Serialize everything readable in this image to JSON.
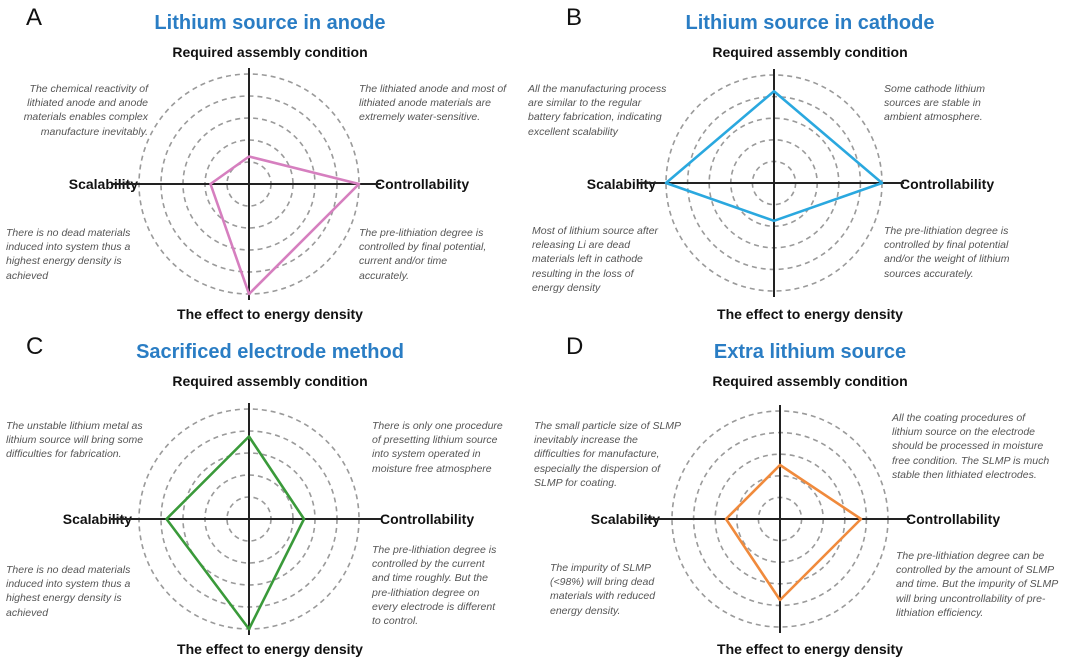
{
  "axes": {
    "top": "Required assembly condition",
    "right": "Controllability",
    "bottom": "The effect to energy density",
    "left": "Scalability"
  },
  "colors": {
    "title": "#2a7dc4",
    "grid": "#9a9a9a",
    "axis": "#222222"
  },
  "chart_data": [
    {
      "type": "radar",
      "letter": "A",
      "title": "Lithium source in anode",
      "axes": [
        "Required assembly condition",
        "Controllability",
        "The effect to energy density",
        "Scalability"
      ],
      "rings": 5,
      "grid": "dashed",
      "color": "#d67fbf",
      "values": [
        0.25,
        1.0,
        1.0,
        0.35
      ],
      "range": [
        0,
        1
      ],
      "notes": {
        "top_left": "The chemical reactivity of lithiated anode and anode materials enables complex manufacture inevitably.",
        "top_right": "The lithiated anode and most of lithiated anode materials are extremely water-sensitive.",
        "bottom_left": "There is no dead materials induced into system thus a highest energy density is achieved",
        "bottom_right": "The pre-lithiation degree is controlled by final potential, current and/or time accurately."
      }
    },
    {
      "type": "radar",
      "letter": "B",
      "title": "Lithium source in cathode",
      "axes": [
        "Required assembly condition",
        "Controllability",
        "The effect to energy density",
        "Scalability"
      ],
      "rings": 5,
      "grid": "dashed",
      "color": "#2aa8df",
      "values": [
        0.85,
        1.0,
        0.35,
        1.0
      ],
      "range": [
        0,
        1
      ],
      "notes": {
        "top_left": "All the manufacturing process are similar to the regular battery fabrication, indicating excellent scalability",
        "top_right": "Some cathode lithium sources are stable in ambient atmosphere.",
        "bottom_left": "Most of lithium source after releasing Li are dead materials left in cathode resulting in the loss of energy density",
        "bottom_right": "The pre-lithiation degree is controlled by final potential and/or the weight of lithium sources accurately."
      }
    },
    {
      "type": "radar",
      "letter": "C",
      "title": "Sacrificed electrode method",
      "axes": [
        "Required assembly condition",
        "Controllability",
        "The effect to energy density",
        "Scalability"
      ],
      "rings": 5,
      "grid": "dashed",
      "color": "#3a9a3a",
      "values": [
        0.75,
        0.5,
        1.0,
        0.75
      ],
      "range": [
        0,
        1
      ],
      "notes": {
        "top_left": "The unstable lithium metal as lithium source will bring some difficulties for fabrication.",
        "top_right": "There is only one procedure of presetting lithium source into system operated in moisture free atmosphere",
        "bottom_left": "There is no dead materials induced into system thus a highest energy density is achieved",
        "bottom_right": "The pre-lithiation degree is controlled by the current and time roughly. But the pre-lithiation degree on every electrode is different to control."
      }
    },
    {
      "type": "radar",
      "letter": "D",
      "title": "Extra lithium source",
      "axes": [
        "Required assembly condition",
        "Controllability",
        "The effect to energy density",
        "Scalability"
      ],
      "rings": 5,
      "grid": "dashed",
      "color": "#f08a3c",
      "values": [
        0.5,
        0.75,
        0.75,
        0.5
      ],
      "range": [
        0,
        1
      ],
      "notes": {
        "top_left": "The small particle size of SLMP inevitably increase the difficulties for manufacture, especially the dispersion of SLMP for coating.",
        "top_right": "All the coating procedures of lithium source on the electrode should be processed in moisture free condition. The SLMP is much stable then lithiated electrodes.",
        "bottom_left": "The impurity of SLMP (<98%) will bring dead materials with reduced energy density.",
        "bottom_right": "The pre-lithiation degree can be controlled by the amount of SLMP and time. But the impurity of SLMP will bring uncontrollability of pre-lithiation efficiency."
      }
    }
  ]
}
